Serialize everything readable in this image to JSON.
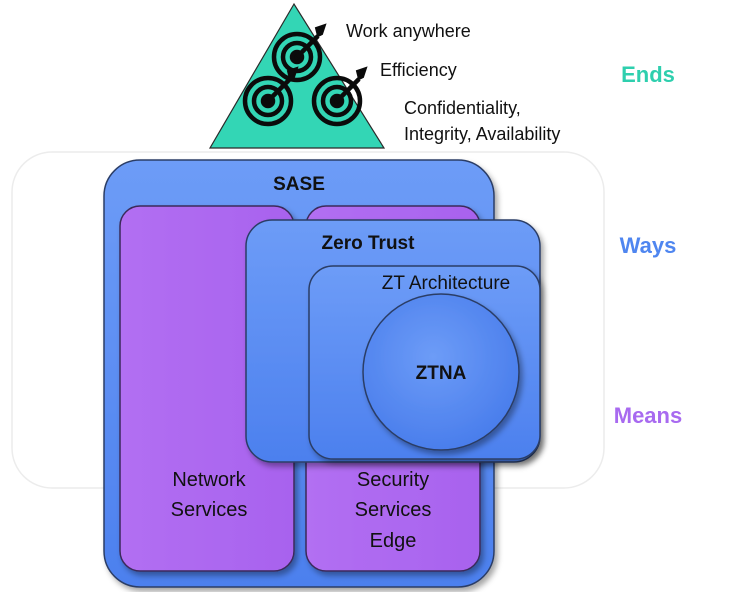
{
  "ends": {
    "items": [
      "Work anywhere",
      "Efficiency"
    ],
    "cia_line1": "Confidentiality,",
    "cia_line2": "Integrity, Availability",
    "icon": "target-with-arrow-icon"
  },
  "legend": {
    "ends": "Ends",
    "ways": "Ways",
    "means": "Means"
  },
  "boxes": {
    "sase": "SASE",
    "network_services": [
      "Network",
      "Services"
    ],
    "security_services_edge": [
      "Security",
      "Services",
      "Edge"
    ],
    "zero_trust": "Zero Trust",
    "zt_architecture": "ZT Architecture",
    "ztna": "ZTNA"
  },
  "colors": {
    "teal": "#33d6b5",
    "blue": "#5b8ef5",
    "purple": "#b16af0",
    "legend_ends": "#2ecfae",
    "legend_ways": "#4f86f0",
    "legend_means": "#a86af0"
  }
}
